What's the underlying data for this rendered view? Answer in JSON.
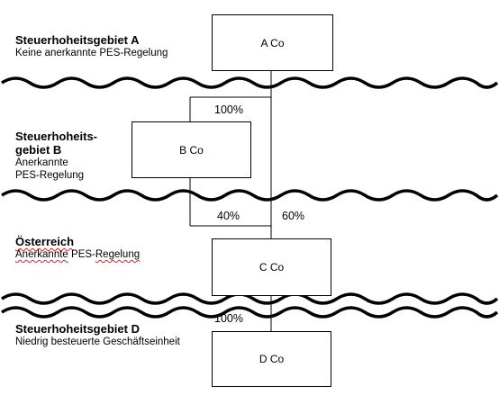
{
  "jurisdictions": {
    "a": {
      "title": "Steuerhoheitsgebiet A",
      "subtitle": "Keine anerkannte PES-Regelung"
    },
    "b": {
      "title_line1": "Steuerhoheits-",
      "title_line2": "gebiet B",
      "subtitle_line1": "Anerkannte",
      "subtitle_line2": "PES-Regelung"
    },
    "at": {
      "title": "Österreich",
      "subtitle_part1": "Anerkannte",
      "subtitle_part2": " PES-",
      "subtitle_part3": "Regelung"
    },
    "d": {
      "title": "Steuerhoheitsgebiet D",
      "subtitle": "Niedrig besteuerte Geschäftseinheit"
    }
  },
  "entities": {
    "a_co": "A Co",
    "b_co": "B Co",
    "c_co": "C Co",
    "d_co": "D Co"
  },
  "ownership": {
    "a_to_b": "100%",
    "b_to_c": "40%",
    "a_to_c": "60%",
    "c_to_d": "100%"
  }
}
